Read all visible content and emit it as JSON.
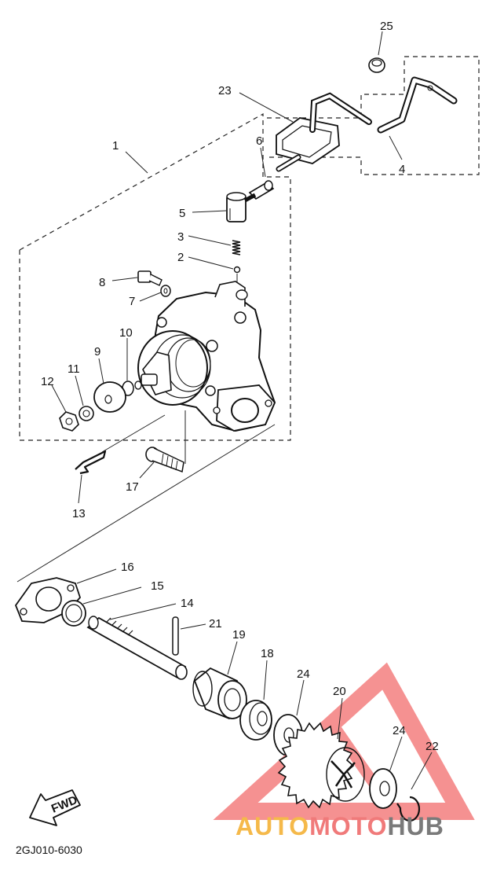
{
  "diagram": {
    "callouts": {
      "c1": "1",
      "c2": "2",
      "c3": "3",
      "c4": "4",
      "c5": "5",
      "c6": "6",
      "c7": "7",
      "c8": "8",
      "c9": "9",
      "c10": "10",
      "c11": "11",
      "c12": "12",
      "c13": "13",
      "c14": "14",
      "c15": "15",
      "c16": "16",
      "c17": "17",
      "c18": "18",
      "c19": "19",
      "c20": "20",
      "c21": "21",
      "c22": "22",
      "c23": "23",
      "c24a": "24",
      "c24b": "24",
      "c25": "25"
    },
    "fwd_label": "FWD",
    "diagram_code": "2GJ010-6030"
  },
  "watermark": {
    "part1": "AUTO",
    "part2": "MOTO",
    "part3": "HUB",
    "colors": {
      "auto": "#f5b94a",
      "moto": "#f07a7a",
      "hub": "#7a7a7a",
      "logo": "#f26d6d"
    }
  }
}
